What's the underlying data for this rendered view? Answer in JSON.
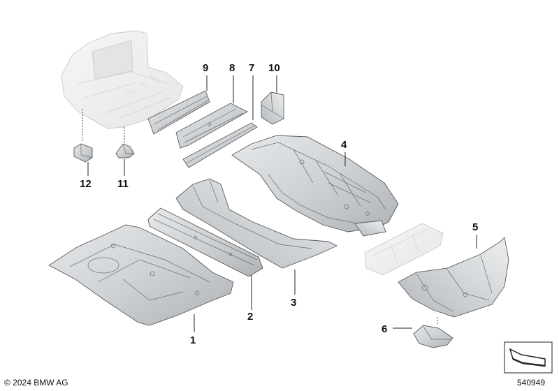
{
  "callouts": {
    "c1": "1",
    "c2": "2",
    "c3": "3",
    "c4": "4",
    "c5": "5",
    "c6": "6",
    "c7": "7",
    "c8": "8",
    "c9": "9",
    "c10": "10",
    "c11": "11",
    "c12": "12"
  },
  "footer": {
    "copyright": "© 2024 BMW AG",
    "diagram_id": "540949"
  },
  "colors": {
    "part_fill": "#d9dcdf",
    "part_shade": "#b9bdc1",
    "ghost_fill": "#f0f0f0",
    "line": "#222222"
  }
}
